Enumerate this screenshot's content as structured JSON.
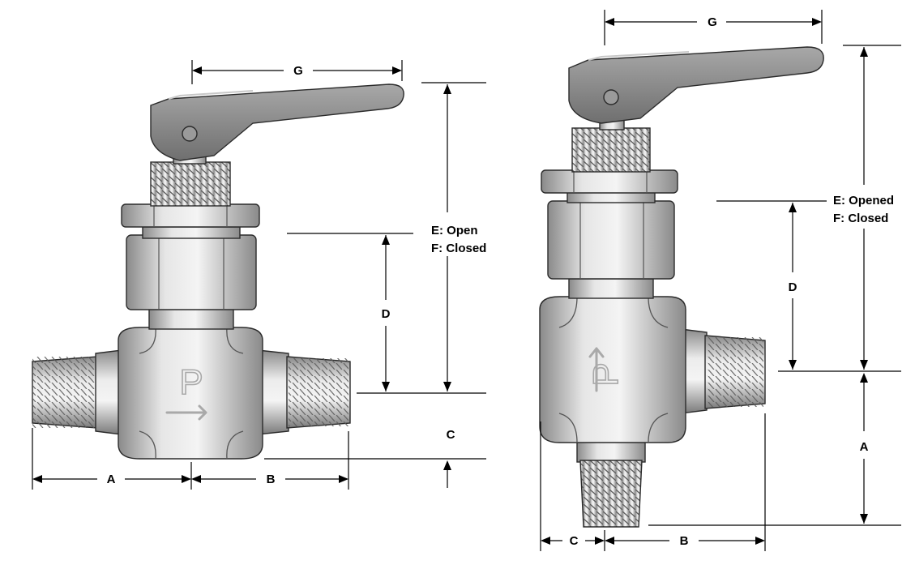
{
  "colors": {
    "metal_light": "#efefef",
    "metal_mid": "#c6c6c6",
    "metal_dark": "#7c7c7c",
    "handle": "#8e8e8e",
    "line": "#000000"
  },
  "straight_valve": {
    "labels": {
      "g": "G",
      "e_open": "E: Open",
      "f_closed": "F: Closed",
      "d": "D",
      "c": "C",
      "a": "A",
      "b": "B"
    },
    "body_mark": "P"
  },
  "angle_valve": {
    "labels": {
      "g": "G",
      "e_opened": "E: Opened",
      "f_closed": "F: Closed",
      "d": "D",
      "a": "A",
      "c": "C",
      "b": "B"
    },
    "body_mark": "P"
  }
}
